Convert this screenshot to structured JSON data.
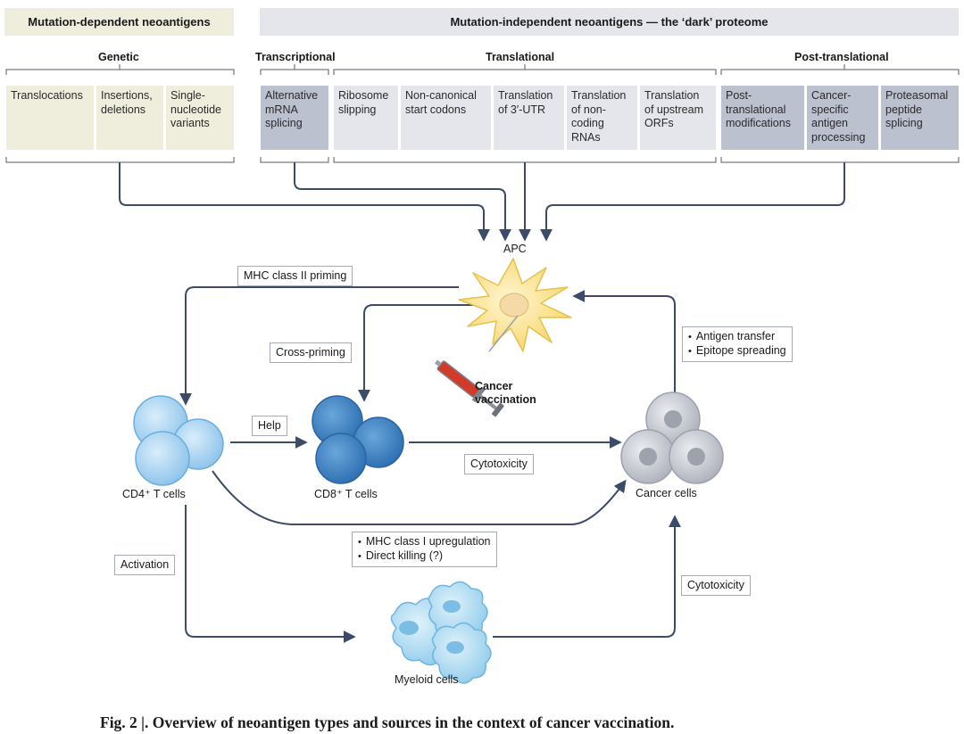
{
  "headers": {
    "dependent": "Mutation-dependent neoantigens",
    "independent": "Mutation-independent neoantigens — the ‘dark’ proteome"
  },
  "categories": {
    "genetic": "Genetic",
    "transcriptional": "Transcriptional",
    "translational": "Translational",
    "post_translational": "Post-translational"
  },
  "boxes": {
    "translocations": "Translocations",
    "insertions": "Insertions, deletions",
    "snv": "Single-nucleotide variants",
    "alt_splicing": "Alternative mRNA splicing",
    "ribosome": "Ribosome slipping",
    "noncanonical": "Non-canonical start codons",
    "utr": "Translation of 3′-UTR",
    "noncoding": "Translation of non-coding RNAs",
    "upstream": "Translation of upstream ORFs",
    "ptm": "Post-translational modifications",
    "cancer_processing": "Cancer-specific antigen processing",
    "proteasomal": "Proteasomal peptide splicing"
  },
  "cells": {
    "apc": "APC",
    "cd4": "CD4⁺ T cells",
    "cd8": "CD8⁺ T cells",
    "cancer": "Cancer cells",
    "myeloid": "Myeloid cells"
  },
  "vaccination": {
    "line1": "Cancer",
    "line2": "vaccination"
  },
  "labels": {
    "mhc2": "MHC class II priming",
    "cross": "Cross-priming",
    "help": "Help",
    "cytotox1": "Cytotoxicity",
    "cytotox2": "Cytotoxicity",
    "activation": "Activation",
    "antigen_transfer": "Antigen transfer",
    "epitope_spreading": "Epitope spreading",
    "mhc1_up": "MHC class I upregulation",
    "direct_killing": "Direct killing (?)"
  },
  "caption": "Fig. 2 |. Overview of neoantigen types and sources in the context of cancer vaccination.",
  "colors": {
    "arrow": "#3c4b68",
    "beige": "#efeedd",
    "light_box": "#e4e6ec",
    "dark_box": "#bcc1cf",
    "cd4_fill": "#a9d2f0",
    "cd8_fill": "#3d84c4",
    "cancer_fill": "#c4c6ce",
    "myeloid_fill": "#b4dcf2",
    "apc_fill": "#fde9a0"
  }
}
